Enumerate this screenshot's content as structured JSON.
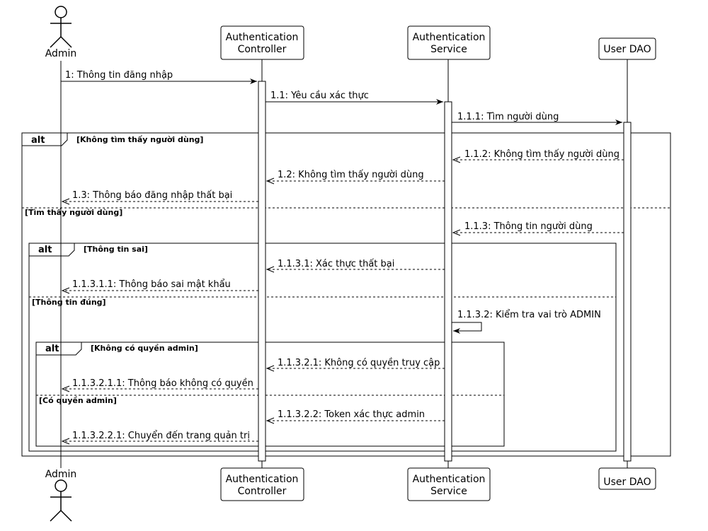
{
  "participants": {
    "admin": "Admin",
    "controller": [
      "Authentication",
      "Controller"
    ],
    "service": [
      "Authentication",
      "Service"
    ],
    "dao": "User DAO"
  },
  "messages": [
    {
      "text": "1: Thông tin đăng nhập",
      "type": "sync"
    },
    {
      "text": "1.1: Yêu cầu xác thực",
      "type": "sync"
    },
    {
      "text": "1.1.1: Tìm người dùng",
      "type": "sync"
    },
    {
      "text": "1.1.2: Không tìm thấy người dùng",
      "type": "return"
    },
    {
      "text": "1.2: Không tìm thấy người dùng",
      "type": "return"
    },
    {
      "text": "1.3: Thông báo đăng nhập thất bại",
      "type": "return"
    },
    {
      "text": "1.1.3: Thông tin người dùng",
      "type": "return"
    },
    {
      "text": "1.1.3.1: Xác thực thất bại",
      "type": "return"
    },
    {
      "text": "1.1.3.1.1: Thông báo sai mật khẩu",
      "type": "return"
    },
    {
      "text": "1.1.3.2: Kiểm tra vai trò ADMIN",
      "type": "self"
    },
    {
      "text": "1.1.3.2.1: Không có quyền truy cập",
      "type": "return"
    },
    {
      "text": "1.1.3.2.1.1: Thông báo không có quyền",
      "type": "return"
    },
    {
      "text": "1.1.3.2.2: Token xác thực admin",
      "type": "return"
    },
    {
      "text": "1.1.3.2.2.1: Chuyển đến trang quản trị",
      "type": "return"
    }
  ],
  "fragments": [
    {
      "keyword": "alt",
      "guard1": "[Không tìm thấy người dùng]",
      "guard2": "[Tìm thấy người dùng]"
    },
    {
      "keyword": "alt",
      "guard1": "[Thông tin sai]",
      "guard2": "[Thông tin đúng]"
    },
    {
      "keyword": "alt",
      "guard1": "[Không có quyền admin]",
      "guard2": "[Có quyền admin]"
    }
  ]
}
